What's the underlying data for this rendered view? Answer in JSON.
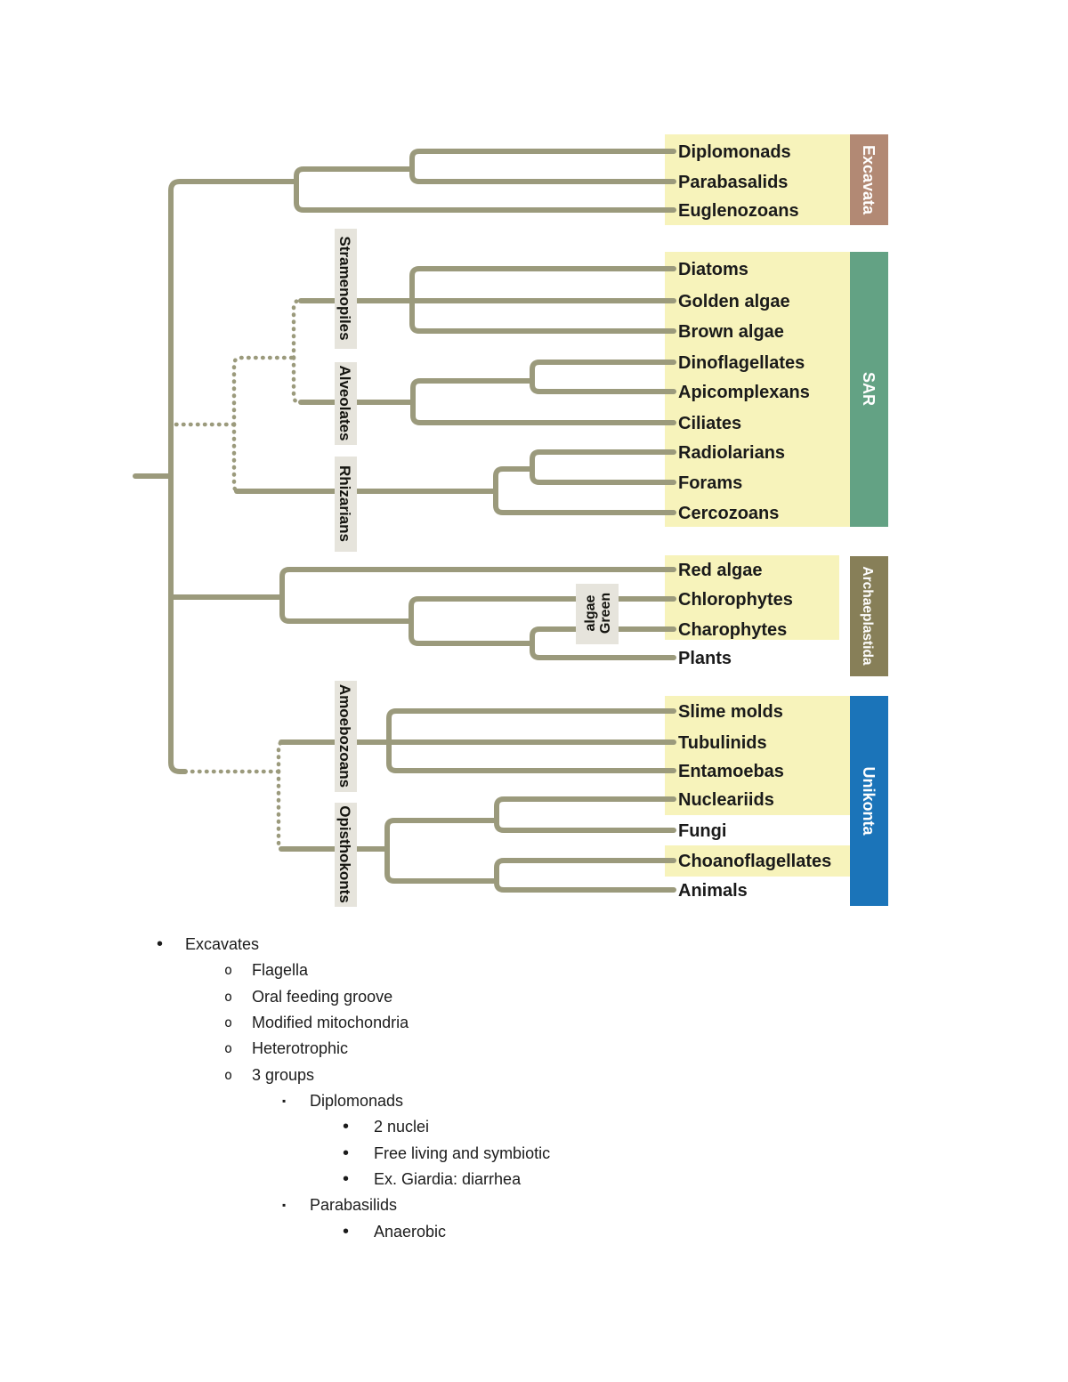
{
  "figure": {
    "leaves": [
      "Diplomonads",
      "Parabasalids",
      "Euglenozoans",
      "Diatoms",
      "Golden algae",
      "Brown algae",
      "Dinoflagellates",
      "Apicomplexans",
      "Ciliates",
      "Radiolarians",
      "Forams",
      "Cercozoans",
      "Red algae",
      "Chlorophytes",
      "Charophytes",
      "Plants",
      "Slime molds",
      "Tubulinids",
      "Entamoebas",
      "Nucleariids",
      "Fungi",
      "Choanoflagellates",
      "Animals"
    ],
    "supergroups": [
      {
        "name": "Excavata",
        "color": "#b28974"
      },
      {
        "name": "SAR",
        "color": "#63a284"
      },
      {
        "name": "Archaeplastida",
        "color": "#877f58"
      },
      {
        "name": "Unikonta",
        "color": "#1b74b9"
      }
    ],
    "clades": [
      "Stramenopiles",
      "Alveolates",
      "Rhizarians",
      "Amoebozoans",
      "Opisthokonts"
    ],
    "green_algae_label": {
      "line1": "Green",
      "line2": "algae"
    },
    "colors": {
      "leaf_box": "#f7f3bb",
      "clade_box": "#e6e4dc",
      "line": "#9b9a7c"
    }
  },
  "notes": [
    {
      "bullet": "•",
      "text": "Excavates"
    },
    {
      "bullet": "o",
      "text": "Flagella"
    },
    {
      "bullet": "o",
      "text": "Oral feeding groove"
    },
    {
      "bullet": "o",
      "text": "Modified mitochondria"
    },
    {
      "bullet": "o",
      "text": "Heterotrophic"
    },
    {
      "bullet": "o",
      "text": "3 groups"
    },
    {
      "bullet": "▪",
      "text": "Diplomonads"
    },
    {
      "bullet": "•",
      "text": "2 nuclei"
    },
    {
      "bullet": "•",
      "text": "Free living and symbiotic"
    },
    {
      "bullet": "•",
      "text": "Ex. Giardia: diarrhea"
    },
    {
      "bullet": "▪",
      "text": "Parabasilids"
    },
    {
      "bullet": "•",
      "text": "Anaerobic"
    }
  ]
}
